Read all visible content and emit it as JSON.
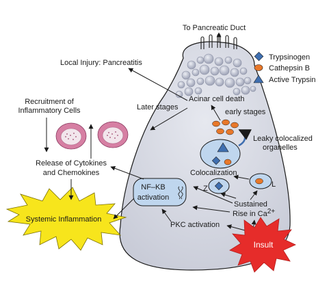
{
  "labels": {
    "to_pancreatic_duct": "To Pancreatic Duct",
    "local_injury": "Local Injury: Pancreatitis",
    "acinar_cell_death": "Acinar cell death",
    "later_stages": "Later stages",
    "early_stages": "early stages",
    "recruitment_line1": "Recruitment of",
    "recruitment_line2": "Inflammatory Cells",
    "release_line1": "Release of Cytokines",
    "release_line2": "and Chemokines",
    "leaky_line1": "Leaky colocalized",
    "leaky_line2": "organelles",
    "colocalization": "Colocalization",
    "nfkb_line1": "NF–KB",
    "nfkb_line2": "activation",
    "z_label": "Z",
    "l_label": "L",
    "sustained_line1": "Sustained",
    "sustained_line2": "Rise in Ca",
    "sustained_sup": "2+",
    "pkc_activation": "PKC activation",
    "systemic_inflammation": "Systemic Inflammation",
    "insult": "Insult"
  },
  "legend": [
    {
      "label": "Trypsinogen",
      "icon": "diamond-icon"
    },
    {
      "label": "Cathepsin B",
      "icon": "oval-icon"
    },
    {
      "label": "Active Trypsin",
      "icon": "triangle-icon"
    }
  ],
  "colors": {
    "cell_fill": "#d6d8e2",
    "granule": "#b4b8c8",
    "legend_blue": "#3f6fb0",
    "cathepsin_orange": "#e8782a",
    "starburst_yellow": "#f7e51c",
    "insult_red": "#e62c2a",
    "vesicle_fill": "#bfd6ee"
  }
}
